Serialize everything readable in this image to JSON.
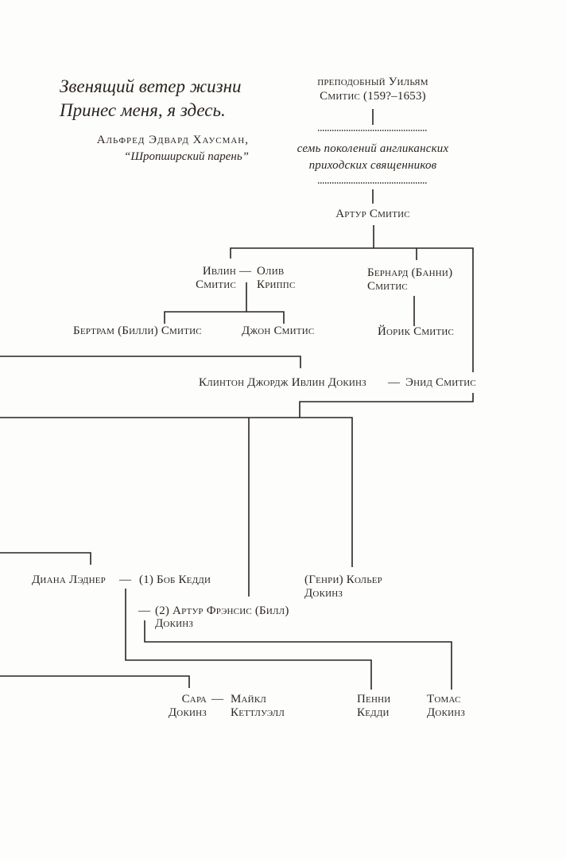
{
  "epigraph": {
    "lines": [
      "Звенящий ветер жизни",
      "Принес меня, я здесь."
    ],
    "author": "Альфред Эдвард Хаусман,",
    "source": "“Шропширский парень”"
  },
  "tree": {
    "ancestor_title": "преподобный Уильям",
    "ancestor_name": "Смитис (159?–1653)",
    "generations_note": [
      "семь поколений англиканских",
      "приходских священников"
    ],
    "arthur": "Артур Смитис",
    "evelyn": [
      "Ивлин",
      "Смитис"
    ],
    "olive": [
      "Олив",
      "Криппс"
    ],
    "bernard": [
      "Бернард (Банни)",
      "Смитис"
    ],
    "bertram": "Бертрам (Билли) Смитис",
    "john": "Джон Смитис",
    "yorick": "Йорик Смитис",
    "clinton_enid": "Клинтон Джордж Ивлин Докинз",
    "enid": "Энид Смитис",
    "diana": "Диана Лэднер",
    "bob": "(1) Боб Кедди",
    "colyear": [
      "(Генри) Кольер",
      "Докинз"
    ],
    "bill": [
      "(2) Артур Фрэнсис (Билл)",
      "Докинз"
    ],
    "sarah": [
      "Сара",
      "Докинз"
    ],
    "michael": [
      "Майкл",
      "Кеттлуэлл"
    ],
    "penny": [
      "Пенни",
      "Кедди"
    ],
    "thomas": [
      "Томас",
      "Докинз"
    ],
    "marriage_dash": "—"
  }
}
